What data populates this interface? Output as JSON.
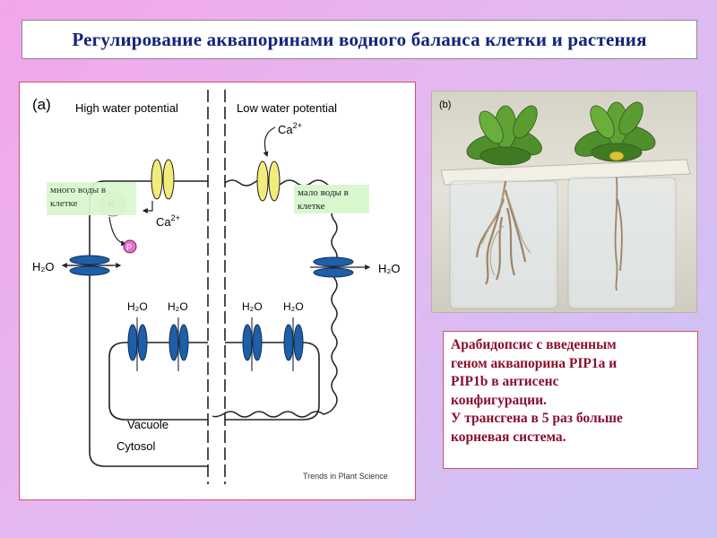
{
  "title": "Регулирование аквапоринами водного баланса клетки и растения",
  "diagram": {
    "panel_label": "(a)",
    "left_header": "High water potential",
    "right_header": "Low water potential",
    "ca_top": "Ca",
    "ca_bottom": "Ca",
    "ca_charge": "2+",
    "kinase": "K",
    "phosphate": "P",
    "h2o_label": "H₂O",
    "vacuole": "Vacuole",
    "cytosol": "Cytosol",
    "credit": "Trends in Plant Science",
    "note_left": [
      "много воды в",
      "клетке"
    ],
    "note_right": [
      "мало воды в",
      "клетке"
    ]
  },
  "photo": {
    "panel_label": "(b)"
  },
  "description": {
    "lines": [
      "Арабидопсис с введенным",
      "геном аквапорина PIP1a  и",
      "PIP1b  в антисенс",
      "конфигурации.",
      "У трансгена в 5 раз больше",
      "корневая система."
    ]
  },
  "colors": {
    "title_text": "#12247a",
    "description_text": "#8a0e2e",
    "panel_border": "#d24e6a",
    "aquaporin": "#1f5fa8",
    "calcium_channel": "#f2ec7a",
    "note_bg": "#d9f7cf"
  }
}
